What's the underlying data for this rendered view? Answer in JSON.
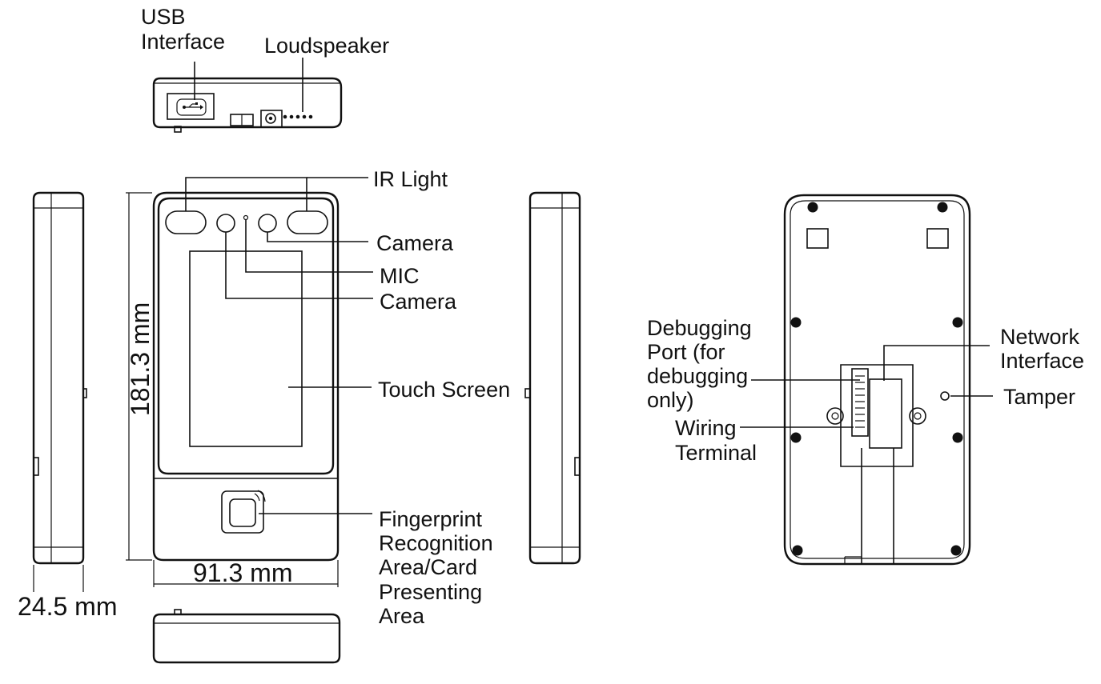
{
  "labels": {
    "usb_interface": [
      "USB",
      "Interface"
    ],
    "loudspeaker": "Loudspeaker",
    "ir_light": "IR Light",
    "camera_top": "Camera",
    "mic": "MIC",
    "camera_bottom": "Camera",
    "touch_screen": "Touch Screen",
    "fingerprint_area": [
      "Fingerprint",
      "Recognition",
      "Area/Card",
      "Presenting",
      "Area"
    ],
    "debugging_port": [
      "Debugging",
      "Port (for",
      "debugging",
      "only)"
    ],
    "wiring_terminal": [
      "Wiring",
      "Terminal"
    ],
    "network_interface": [
      "Network",
      "Interface"
    ],
    "tamper": "Tamper"
  },
  "dimensions": {
    "height": "181.3 mm",
    "width": "91.3 mm",
    "depth": "24.5 mm"
  },
  "icons": [
    "usb-icon"
  ]
}
